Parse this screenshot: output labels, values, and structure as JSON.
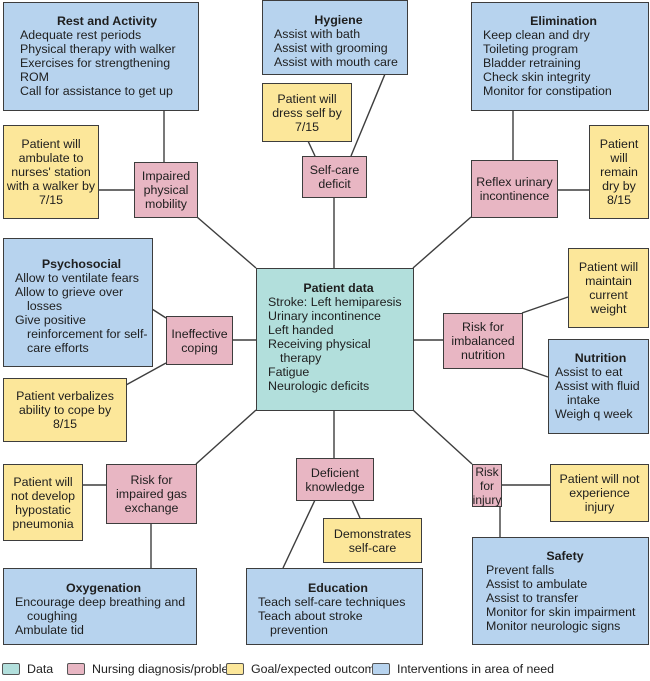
{
  "diagram": {
    "center": {
      "title": "Patient data",
      "items": [
        "Stroke: Left hemiparesis",
        "Urinary incontinence",
        "Left handed",
        "Receiving physical therapy",
        "Fatigue",
        "Neurologic deficits"
      ]
    },
    "diagnoses": {
      "mobility": "Impaired physical mobility",
      "selfcare": "Self-care deficit",
      "urinary": "Reflex urinary incontinence",
      "coping": "Ineffective coping",
      "nutrition": "Risk for imbalanced nutrition",
      "gas": "Risk for impaired gas exchange",
      "knowledge": "Deficient knowledge",
      "injury": "Risk for injury"
    },
    "goals": {
      "mobility": "Patient will ambulate to nurses' station with a walker by 7/15",
      "selfcare": "Patient will dress self by 7/15",
      "urinary": "Patient will remain dry by 8/15",
      "coping": "Patient verbalizes ability to cope by 8/15",
      "nutrition": "Patient will maintain current weight",
      "gas": "Patient will not develop hypostatic pneumonia",
      "knowledge": "Demonstrates self-care",
      "injury": "Patient will not experience injury"
    },
    "interventions": {
      "rest": {
        "title": "Rest and Activity",
        "items": [
          "Adequate rest periods",
          "Physical therapy with walker",
          "Exercises for strengthening",
          "ROM",
          "Call for assistance to get up"
        ]
      },
      "hygiene": {
        "title": "Hygiene",
        "items": [
          "Assist with bath",
          "Assist with grooming",
          "Assist with mouth care"
        ]
      },
      "elimination": {
        "title": "Elimination",
        "items": [
          "Keep clean and dry",
          "Toileting program",
          "Bladder retraining",
          "Check skin integrity",
          "Monitor for constipation"
        ]
      },
      "psychosocial": {
        "title": "Psychosocial",
        "items": [
          "Allow to ventilate fears",
          "Allow to grieve over losses",
          "Give positive reinforcement for self-care efforts"
        ]
      },
      "nutrition": {
        "title": "Nutrition",
        "items": [
          "Assist to eat",
          "Assist with fluid intake",
          "Weigh q week"
        ]
      },
      "oxygenation": {
        "title": "Oxygenation",
        "items": [
          "Encourage deep breathing and coughing",
          "Ambulate tid"
        ]
      },
      "education": {
        "title": "Education",
        "items": [
          "Teach self-care techniques",
          "Teach about stroke prevention"
        ]
      },
      "safety": {
        "title": "Safety",
        "items": [
          "Prevent falls",
          "Assist to ambulate",
          "Assist to transfer",
          "Monitor for skin impairment",
          "Monitor neurologic signs"
        ]
      }
    }
  },
  "legend": [
    {
      "label": "Data",
      "color": "#b2dfdc"
    },
    {
      "label": "Nursing diagnosis/problem",
      "color": "#e8b6c3"
    },
    {
      "label": "Goal/expected outcome",
      "color": "#fce79a"
    },
    {
      "label": "Interventions in area of need",
      "color": "#b7d3ee"
    }
  ],
  "colors": {
    "data": "#b2dfdc",
    "diagnosis": "#e8b6c3",
    "goal": "#fce79a",
    "intervention": "#b7d3ee",
    "line": "#3d3d3d"
  }
}
